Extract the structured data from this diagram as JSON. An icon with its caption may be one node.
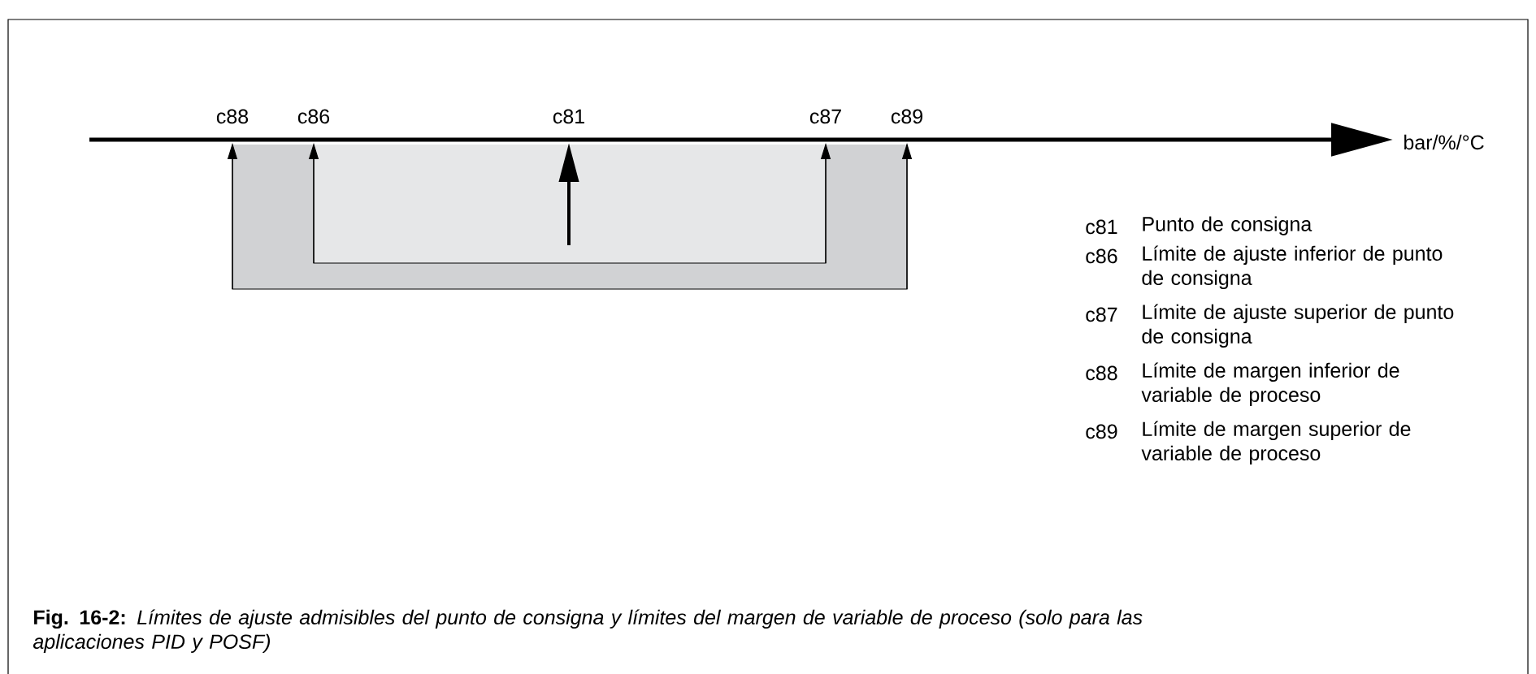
{
  "diagram": {
    "caption": "**Fig. 16-2:** *Límites de ajuste admisibles del punto de consigna y límites del margen de variable de proceso (solo para las aplicaciones PID y POSF)*",
    "labels": [
      "c88",
      "c86",
      "c81",
      "c87",
      "c89",
      "bar/%/°C",
      "c81",
      "Punto de consigna",
      "c86",
      "Límite de ajuste inferior de punto de consigna",
      "c87",
      "Límite de ajuste superior de punto de consigna",
      "c88",
      "Límite de margen inferior de variable de proceso",
      "c89",
      "Límite de margen superior de variable de proceso"
    ]
  }
}
